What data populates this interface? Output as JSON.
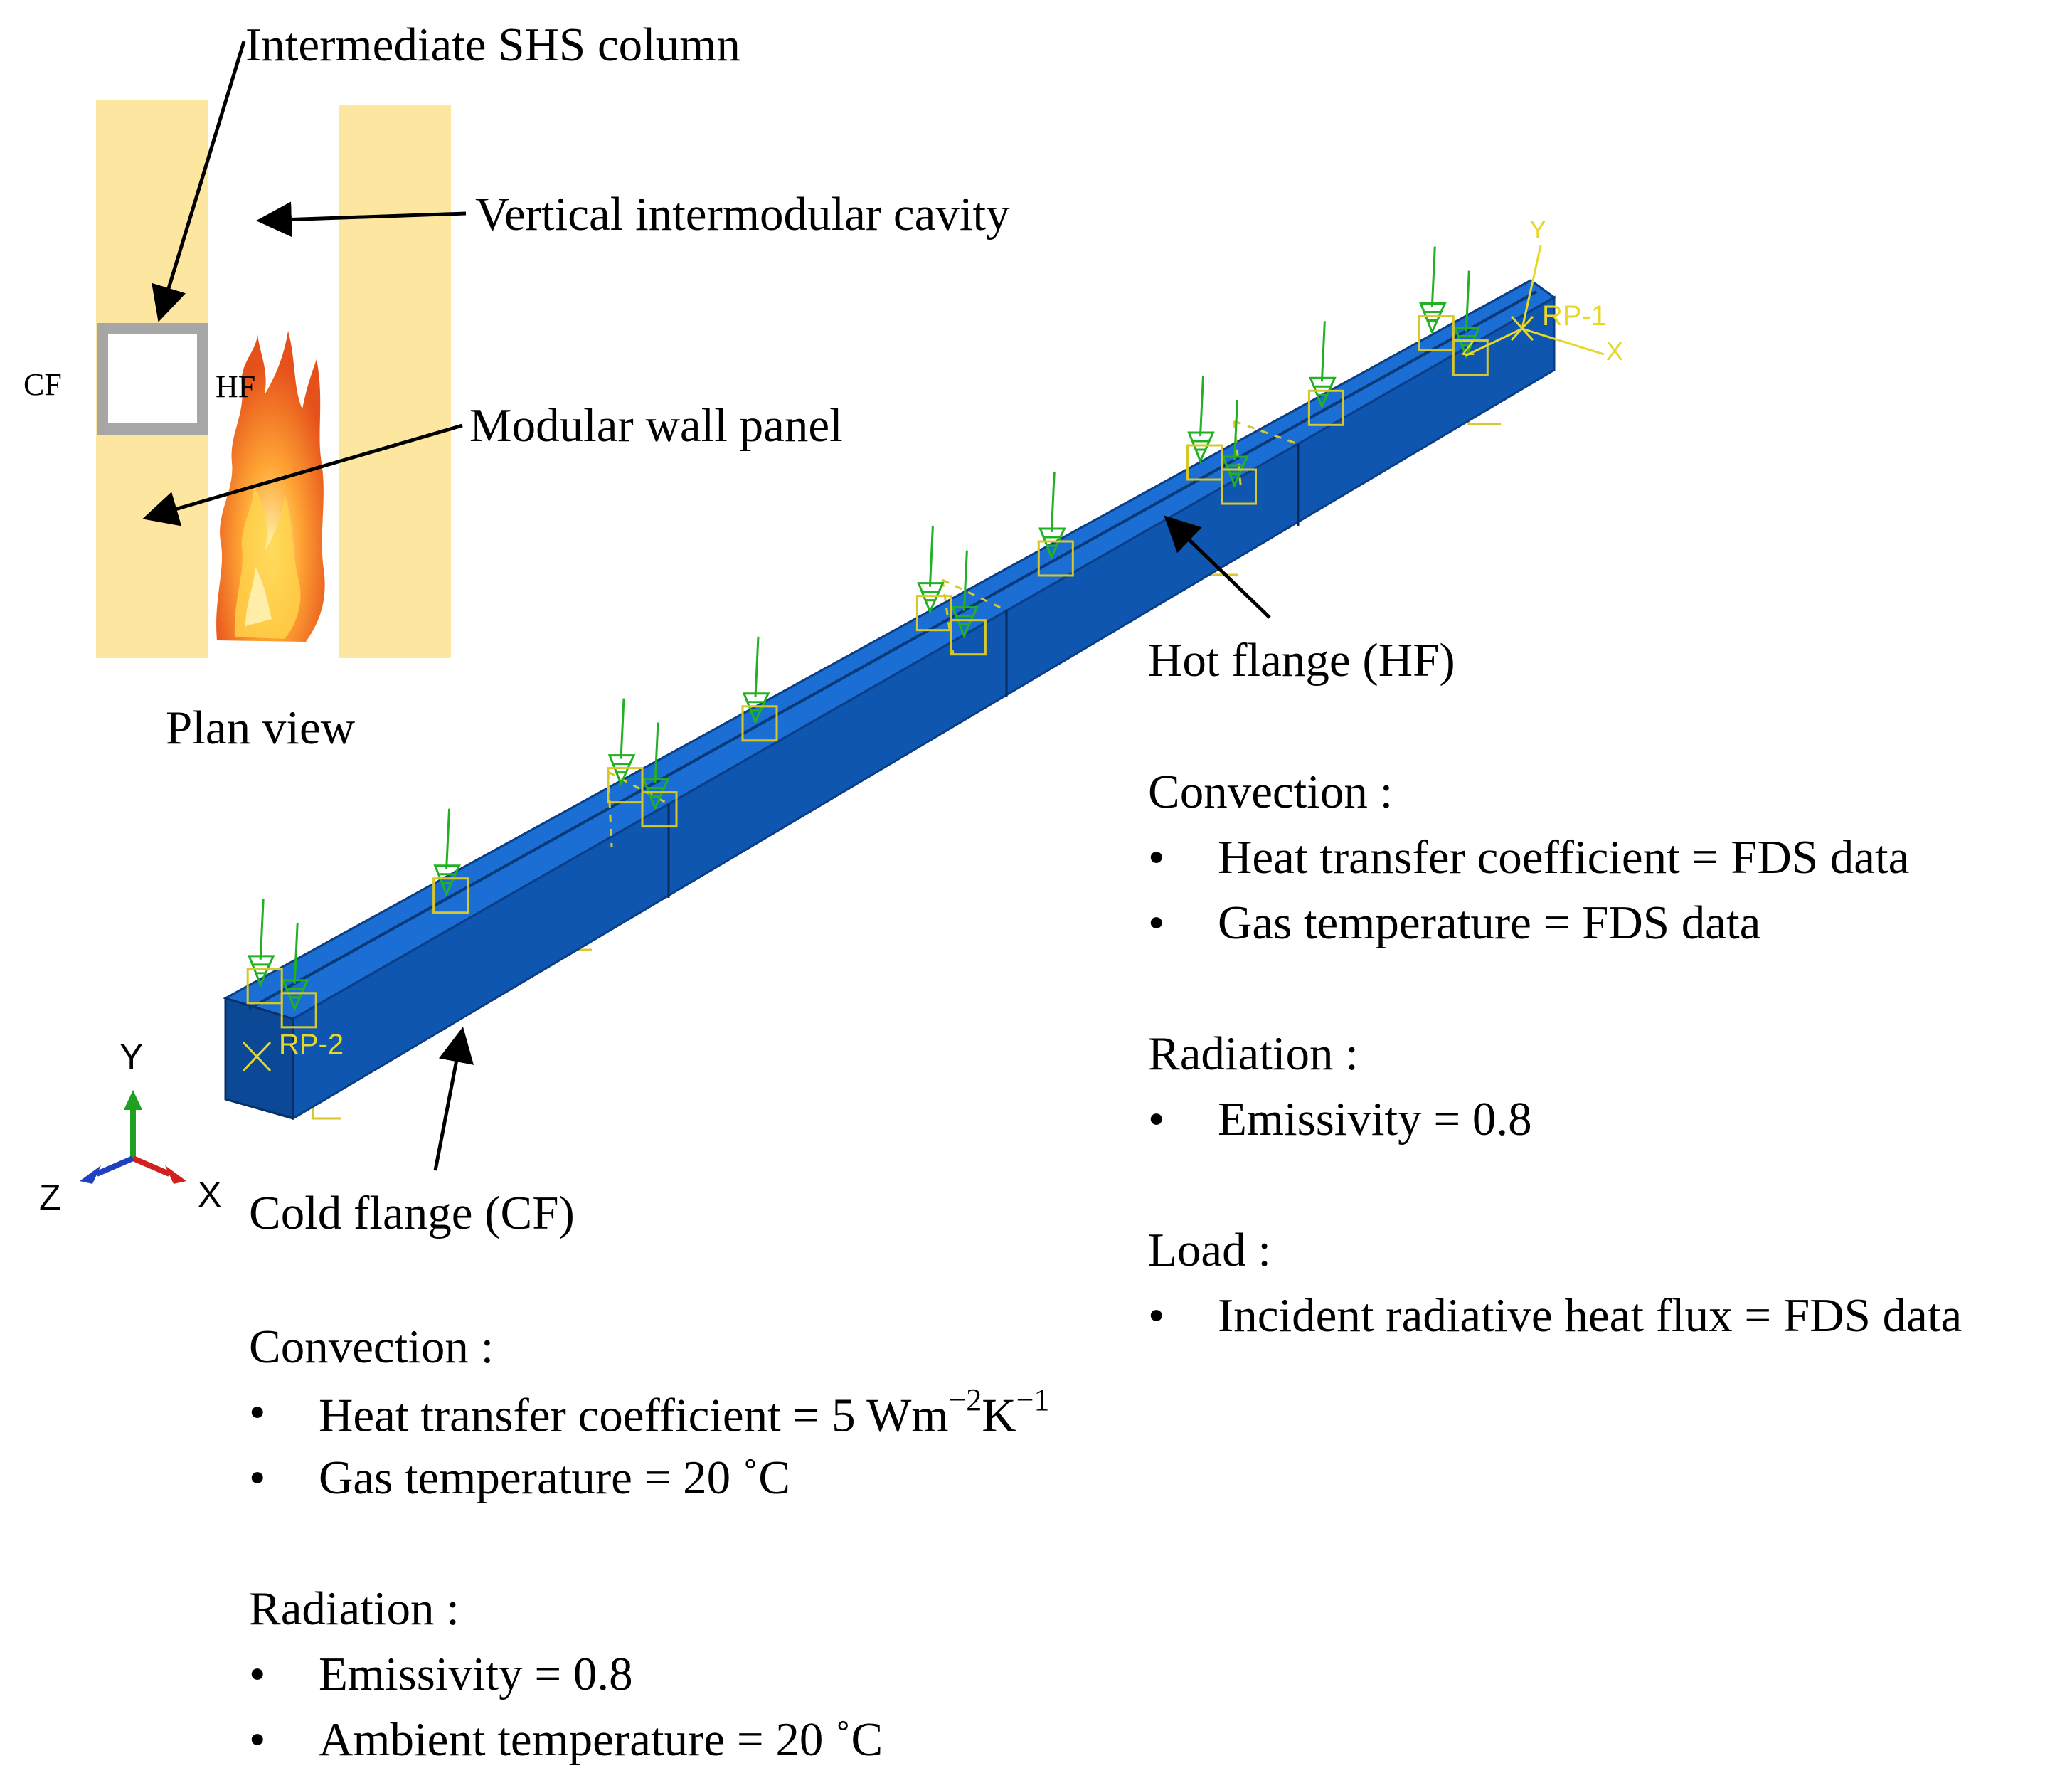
{
  "plan_view": {
    "column_label": "Intermediate SHS column",
    "cavity_label": "Vertical intermodular cavity",
    "panel_label": "Modular wall panel",
    "cf_short": "CF",
    "hf_short": "HF",
    "caption": "Plan view"
  },
  "model": {
    "rp1": "RP-1",
    "rp2": "RP-2",
    "local_x": "X",
    "local_y": "Y",
    "local_z": "Z",
    "global_axis": {
      "x": "X",
      "y": "Y",
      "z": "Z"
    },
    "hot_flange_label": "Hot flange (HF)",
    "cold_flange_label": "Cold flange (CF)"
  },
  "hot_flange": {
    "convection_heading": "Convection :",
    "convection_items": [
      "Heat transfer coefficient = FDS data",
      "Gas temperature = FDS data"
    ],
    "radiation_heading": "Radiation :",
    "radiation_items": [
      "Emissivity = 0.8"
    ],
    "load_heading": "Load :",
    "load_items": [
      "Incident radiative heat flux = FDS data"
    ]
  },
  "cold_flange": {
    "convection_heading": "Convection :",
    "htc_prefix": "Heat transfer coefficient = 5 Wm",
    "htc_exp1": "−2",
    "htc_mid": "K",
    "htc_exp2": "−1",
    "gas_temperature": "Gas temperature = 20 ˚C",
    "radiation_heading": "Radiation :",
    "radiation_items": [
      "Emissivity = 0.8",
      "Ambient temperature = 20 ˚C"
    ]
  },
  "colors": {
    "panel": "#fde6a0",
    "column": "#a6a6a6",
    "beam_top": "#1b6ed3",
    "beam_front": "#0e56b0",
    "beam_end": "#0b4896",
    "load_arrow": "#22b122",
    "constraint": "#d6c72c",
    "rp_text": "#e6d82a",
    "axis_y": "#20a020",
    "axis_x": "#d02020",
    "axis_z": "#2040c0"
  }
}
